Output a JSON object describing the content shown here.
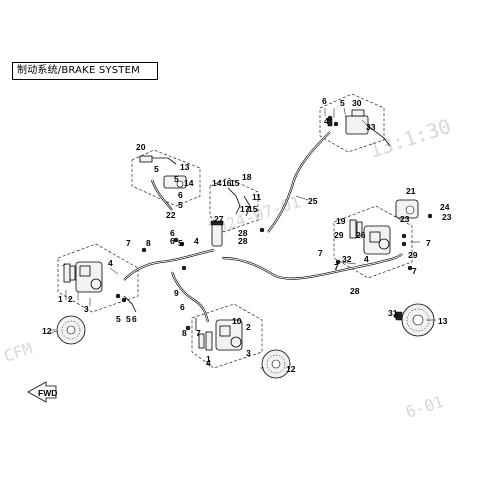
{
  "title": "制动系统/BRAKE SYSTEM",
  "watermark": {
    "left": "CFM",
    "top_right": "13:1:30",
    "bottom_right": "6-01",
    "center": "2024-07-01"
  },
  "fwd_label": "FWD",
  "callouts": {
    "c20": "20",
    "c5a": "5",
    "c13a": "13",
    "c5b": "5",
    "c14a": "14",
    "c6a": "6",
    "c5c": "5",
    "c22": "22",
    "c14b": "14",
    "c16": "16",
    "c15a": "15",
    "c18": "18",
    "c11": "11",
    "c17": "17",
    "c15b": "15",
    "c27": "27",
    "c28a": "28",
    "c28b": "28",
    "c6b": "6",
    "c4a": "4",
    "c6c": "6",
    "c5d": "5",
    "c30": "30",
    "c33": "33",
    "c25": "25",
    "c21": "21",
    "c24": "24",
    "c23a": "23",
    "c23b": "23",
    "c19": "19",
    "c29a": "29",
    "c7a": "7",
    "c7b": "7",
    "c32": "32",
    "c4b": "4",
    "c26": "26",
    "c29b": "29",
    "c7c": "7",
    "c7d": "7",
    "c28c": "28",
    "c31": "31",
    "c13b": "13",
    "c7e": "7",
    "c8a": "8",
    "c6d": "6",
    "c5e": "5",
    "c4c": "4",
    "c1a": "1",
    "c2a": "2",
    "c3a": "3",
    "c5f": "5",
    "c6e": "6",
    "c9": "9",
    "c8b": "8",
    "c7f": "7",
    "c4d": "4",
    "c5g": "5",
    "c6f": "6",
    "c12a": "12",
    "c10": "10",
    "c1b": "1",
    "c2b": "2",
    "c3b": "3",
    "c4e": "4",
    "c12b": "12"
  }
}
